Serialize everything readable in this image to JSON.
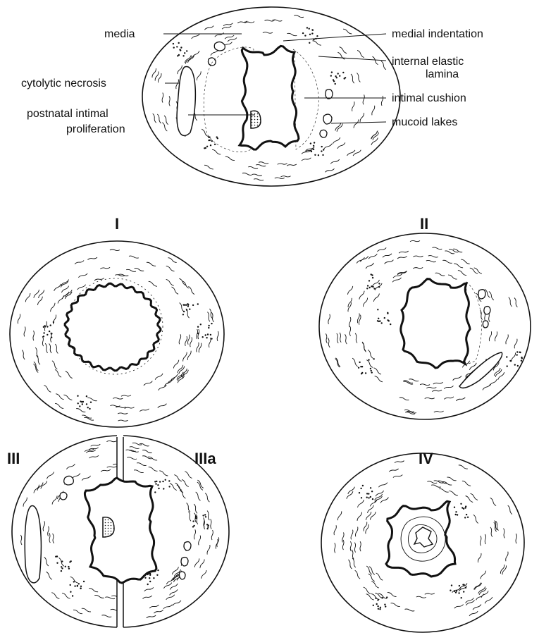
{
  "labels": {
    "media": "media",
    "medial_indentation": "medial indentation",
    "internal_elastic_lamina_1": "internal elastic",
    "internal_elastic_lamina_2": "lamina",
    "cytolytic_necrosis": "cytolytic necrosis",
    "intimal_cushion": "intimal cushion",
    "postnatal_1": "postnatal intimal",
    "postnatal_2": "proliferation",
    "mucoid_lakes": "mucoid lakes"
  },
  "stages": {
    "I": "I",
    "II": "II",
    "III": "III",
    "IIIa": "IIIa",
    "IV": "IV"
  },
  "colors": {
    "ink": "#111111",
    "paper": "#ffffff"
  }
}
